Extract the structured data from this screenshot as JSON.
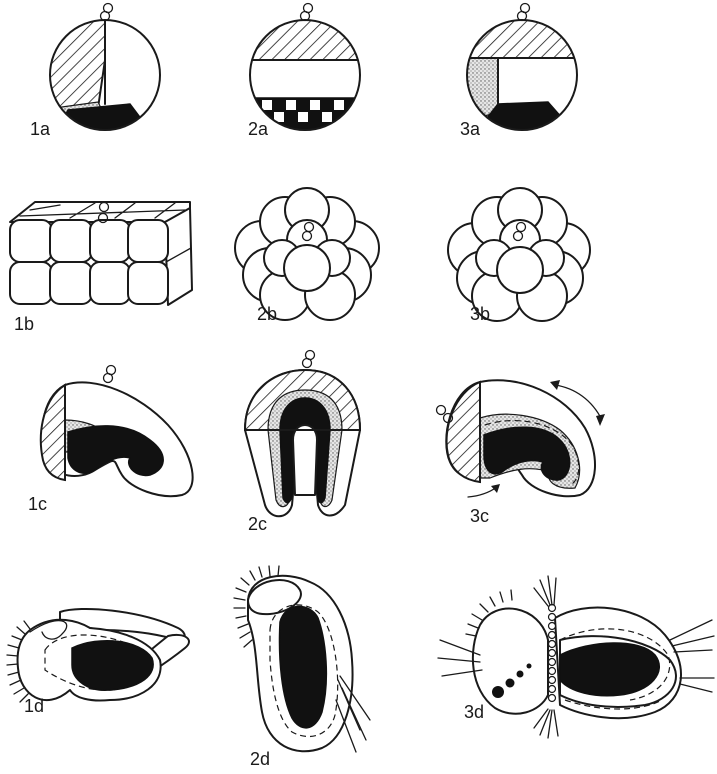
{
  "panels": [
    {
      "id": "1a",
      "label": "1a"
    },
    {
      "id": "2a",
      "label": "2a"
    },
    {
      "id": "3a",
      "label": "3a"
    },
    {
      "id": "1b",
      "label": "1b"
    },
    {
      "id": "2b",
      "label": "2b"
    },
    {
      "id": "3b",
      "label": "3b"
    },
    {
      "id": "1c",
      "label": "1c"
    },
    {
      "id": "2c",
      "label": "2c"
    },
    {
      "id": "3c",
      "label": "3c"
    },
    {
      "id": "1d",
      "label": "1d"
    },
    {
      "id": "2d",
      "label": "2d"
    },
    {
      "id": "3d",
      "label": "3d"
    }
  ],
  "colors": {
    "ink": "#1a1a1a",
    "background": "#ffffff"
  }
}
